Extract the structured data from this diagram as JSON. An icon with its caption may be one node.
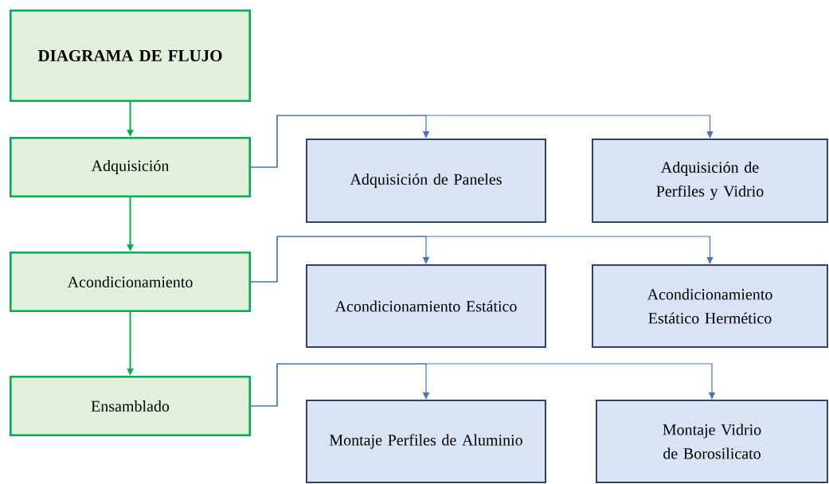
{
  "diagram": {
    "nodes": [
      {
        "text": [
          "DIAGRAMA DE FLUJO"
        ]
      },
      {
        "text": [
          "Adquisición"
        ]
      },
      {
        "text": [
          "Acondicionamiento"
        ]
      },
      {
        "text": [
          "Ensamblado"
        ]
      },
      {
        "text": [
          "Adquisición de Paneles"
        ]
      },
      {
        "text": [
          "Adquisición de Perfiles y Vidrio"
        ]
      },
      {
        "text": [
          "Acondicionamiento Estático"
        ]
      },
      {
        "text": [
          "Acondicionamiento Estático Hermético"
        ]
      },
      {
        "text": [
          "Montaje Perfiles de Aluminio"
        ]
      },
      {
        "text": [
          "Montaje Vidrio de Borosilicato"
        ]
      }
    ],
    "edges": [
      {
        "from": 0,
        "to": 1,
        "arrow": "to",
        "color": "#00b050"
      },
      {
        "from": 1,
        "to": 2,
        "arrow": "to",
        "color": "#00b050"
      },
      {
        "from": 2,
        "to": 3,
        "arrow": "to",
        "color": "#00b050"
      },
      {
        "from": 1,
        "to": 4,
        "arrow": "to"
      },
      {
        "from": 1,
        "to": 5,
        "arrow": "to"
      },
      {
        "from": 2,
        "to": 6,
        "arrow": "to"
      },
      {
        "from": 2,
        "to": 7,
        "arrow": "to"
      },
      {
        "from": 3,
        "to": 8,
        "arrow": "to"
      },
      {
        "from": 3,
        "to": 9,
        "arrow": "to"
      }
    ]
  }
}
